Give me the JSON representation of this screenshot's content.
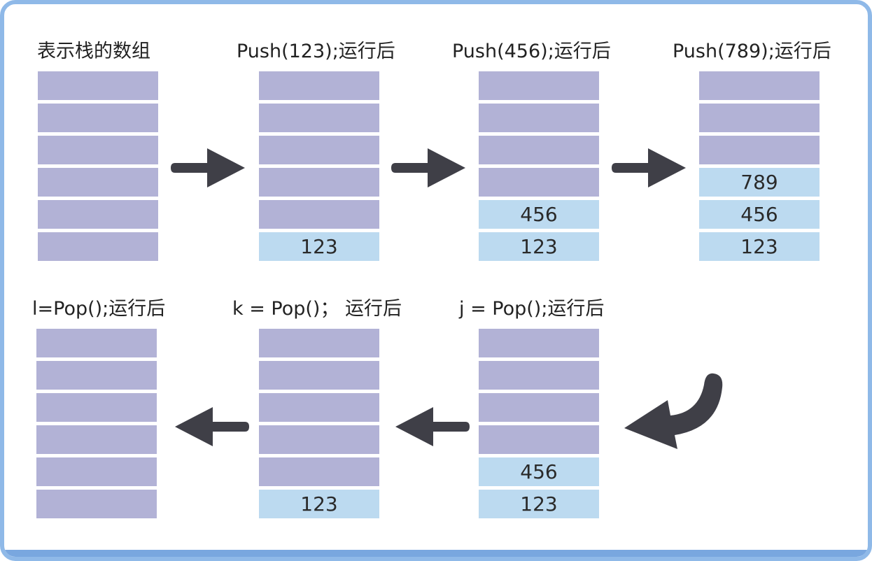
{
  "stages": [
    {
      "title": "表示栈的数组",
      "cells": [
        "",
        "",
        "",
        "",
        "",
        ""
      ]
    },
    {
      "title": "Push(123);运行后",
      "cells": [
        "",
        "",
        "",
        "",
        "",
        "123"
      ]
    },
    {
      "title": "Push(456);运行后",
      "cells": [
        "",
        "",
        "",
        "",
        "456",
        "123"
      ]
    },
    {
      "title": "Push(789);运行后",
      "cells": [
        "",
        "",
        "",
        "789",
        "456",
        "123"
      ]
    },
    {
      "title": "l=Pop();运行后",
      "cells": [
        "",
        "",
        "",
        "",
        "",
        ""
      ]
    },
    {
      "title": "k = Pop()； 运行后",
      "cells": [
        "",
        "",
        "",
        "",
        "",
        "123"
      ]
    },
    {
      "title": "j = Pop();运行后",
      "cells": [
        "",
        "",
        "",
        "",
        "456",
        "123"
      ]
    }
  ],
  "arrows": [
    {
      "direction": "right"
    },
    {
      "direction": "right"
    },
    {
      "direction": "right"
    },
    {
      "direction": "curved-down-left"
    },
    {
      "direction": "left"
    },
    {
      "direction": "left"
    }
  ],
  "colors": {
    "empty_cell": "#b2b2d6",
    "filled_cell": "#bcdaf0",
    "arrow": "#3f3f47",
    "frame": "#8fb9e8"
  }
}
